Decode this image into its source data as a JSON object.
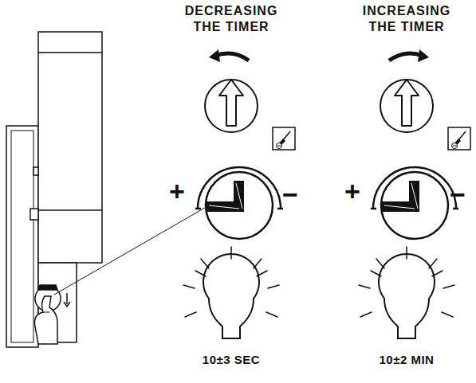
{
  "diagram": {
    "labels": [
      "DECREASING THE TIMER",
      "INCREASING THE TIMER",
      "+",
      "−",
      "+",
      "−",
      "10±3 SEC",
      "10±2 MIN"
    ]
  }
}
